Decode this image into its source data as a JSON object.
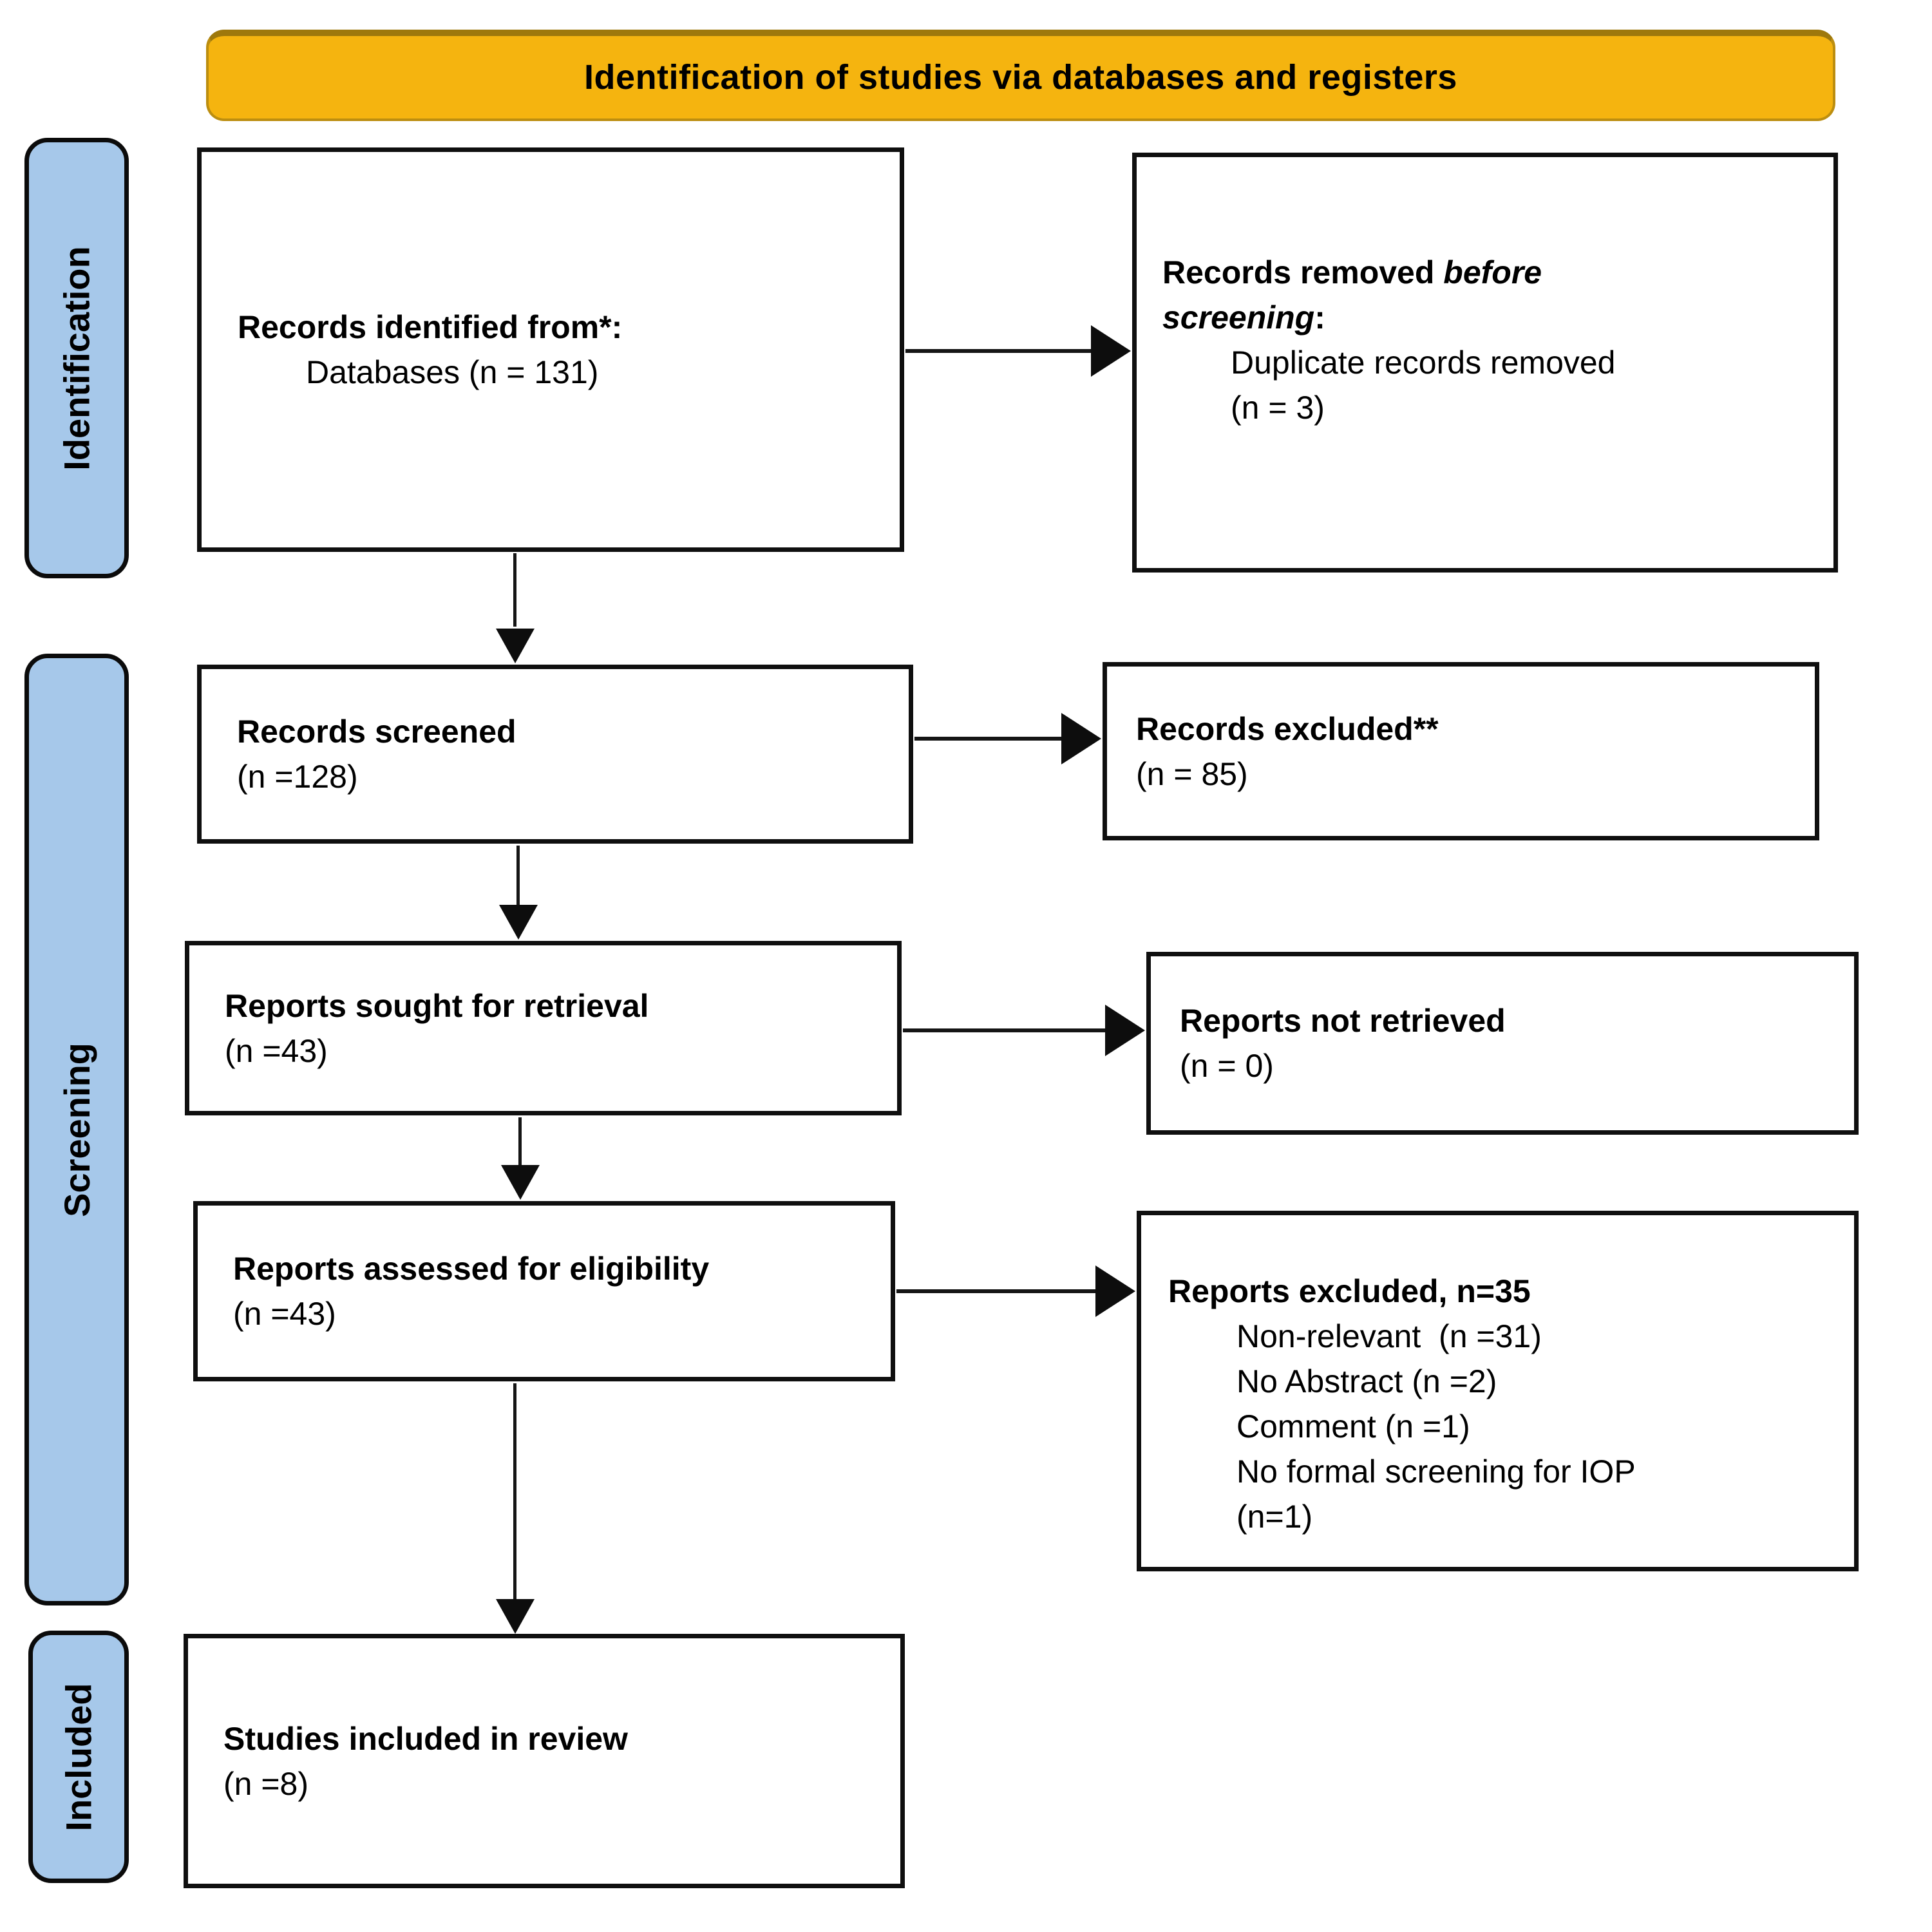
{
  "banner": {
    "title": "Identification of studies via databases and registers"
  },
  "sidebar": {
    "identification": "Identification",
    "screening": "Screening",
    "included": "Included"
  },
  "boxes": {
    "identified": {
      "heading": "Records identified from*:",
      "detail": "Databases (n = 131)"
    },
    "removed": {
      "heading_start": "Records removed ",
      "heading_italic_line1": "before",
      "heading_italic_line2": "screening",
      "heading_colon": ":",
      "detail1": "Duplicate records removed",
      "detail2": "(n = 3)"
    },
    "screened": {
      "heading": "Records screened",
      "detail": "(n =128)"
    },
    "excluded": {
      "heading": "Records excluded**",
      "detail": "(n = 85)"
    },
    "sought": {
      "heading": "Reports sought for retrieval",
      "detail": "(n =43)"
    },
    "not_retrieved": {
      "heading": "Reports not retrieved",
      "detail": "(n = 0)"
    },
    "assessed": {
      "heading": "Reports assessed for eligibility",
      "detail": "(n =43)"
    },
    "reports_excluded": {
      "heading": "Reports excluded, n=35",
      "items": [
        "Non-relevant  (n =31)",
        "No Abstract (n =2)",
        "Comment (n =1)",
        "No formal screening for IOP",
        "(n=1)"
      ]
    },
    "included_box": {
      "heading": "Studies included in review",
      "detail": "(n =8)"
    }
  },
  "colors": {
    "banner_bg": "#F5B40F",
    "banner_edge": "#9E780C",
    "tab_bg": "#A6C8EA",
    "box_border": "#0F0F0F",
    "arrow": "#0D0D0D"
  }
}
